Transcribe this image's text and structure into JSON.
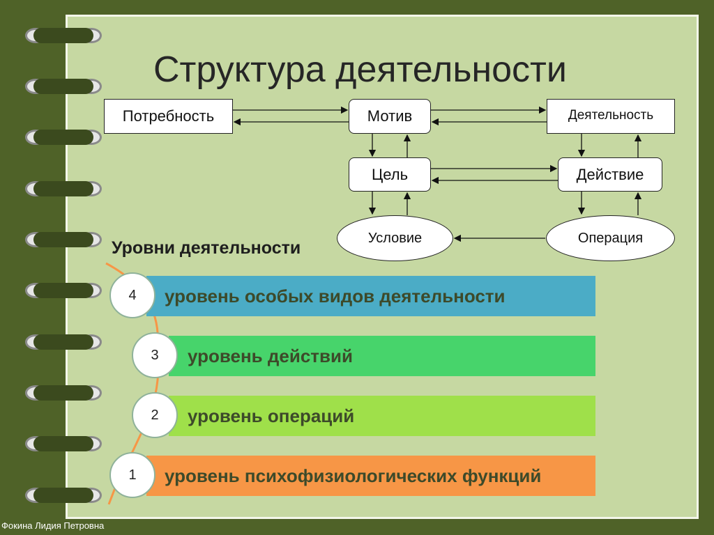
{
  "title": "Структура деятельности",
  "diagram": {
    "potrebnost": "Потребность",
    "motiv": "Мотив",
    "deyatelnost": "Деятельность",
    "tsel": "Цель",
    "deystvie": "Действие",
    "uslovie": "Условие",
    "operatsiya": "Операция"
  },
  "levels": {
    "title": "Уровни деятельности",
    "items": [
      {
        "number": "4",
        "label": "уровень особых видов деятельности",
        "color": "#4bacc6"
      },
      {
        "number": "3",
        "label": "уровень действий",
        "color": "#47d46b"
      },
      {
        "number": "2",
        "label": "уровень операций",
        "color": "#9fe04a"
      },
      {
        "number": "1",
        "label": "уровень психофизиологических функций",
        "color": "#f79646"
      }
    ]
  },
  "author": "Фокина Лидия Петровна",
  "colors": {
    "background": "#4f6228",
    "page": "#c6d8a2",
    "curve": "#f79646"
  }
}
